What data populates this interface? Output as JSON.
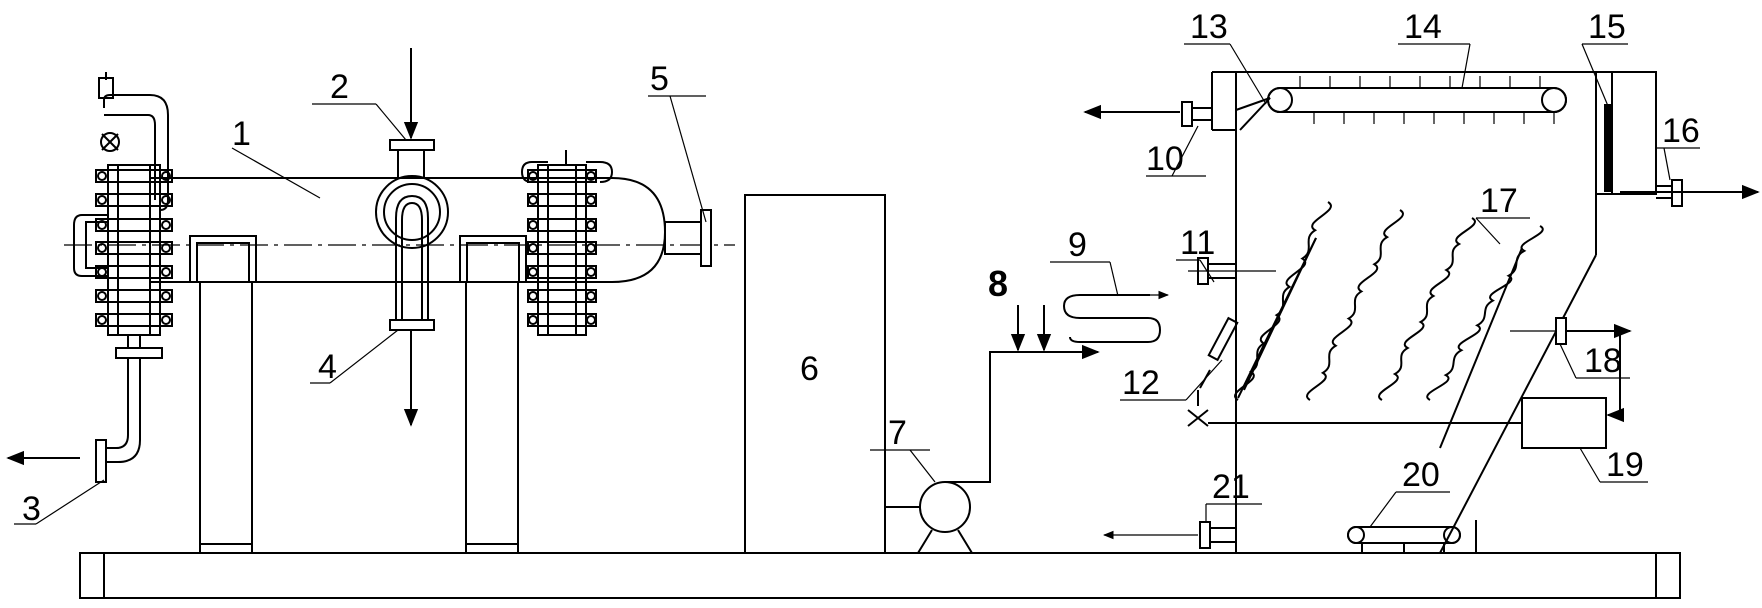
{
  "labels": {
    "n1": "1",
    "n2": "2",
    "n3": "3",
    "n4": "4",
    "n5": "5",
    "n6": "6",
    "n7": "7",
    "n8": "8",
    "n9": "9",
    "n10": "10",
    "n11": "11",
    "n12": "12",
    "n13": "13",
    "n14": "14",
    "n15": "15",
    "n16": "16",
    "n17": "17",
    "n18": "18",
    "n19": "19",
    "n20": "20",
    "n21": "21"
  }
}
